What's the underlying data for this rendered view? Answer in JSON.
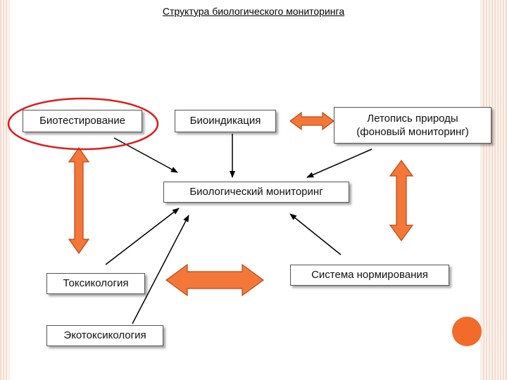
{
  "title": "Структура биологического мониторинга",
  "nodes": {
    "biotesting": "Биотестирование",
    "bioindication": "Биоиндикация",
    "chronicle": "Летопись природы\n(фоновый мониторинг)",
    "biomonitoring": "Биологический мониторинг",
    "toxicology": "Токсикология",
    "normalization": "Система нормирования",
    "ecotoxicology": "Экотоксикология"
  },
  "colors": {
    "arrow_fill": "#f4773a",
    "arrow_stroke": "#b84a14",
    "highlight_ellipse": "#d9201f",
    "corner_dot": "#f26b2a"
  }
}
